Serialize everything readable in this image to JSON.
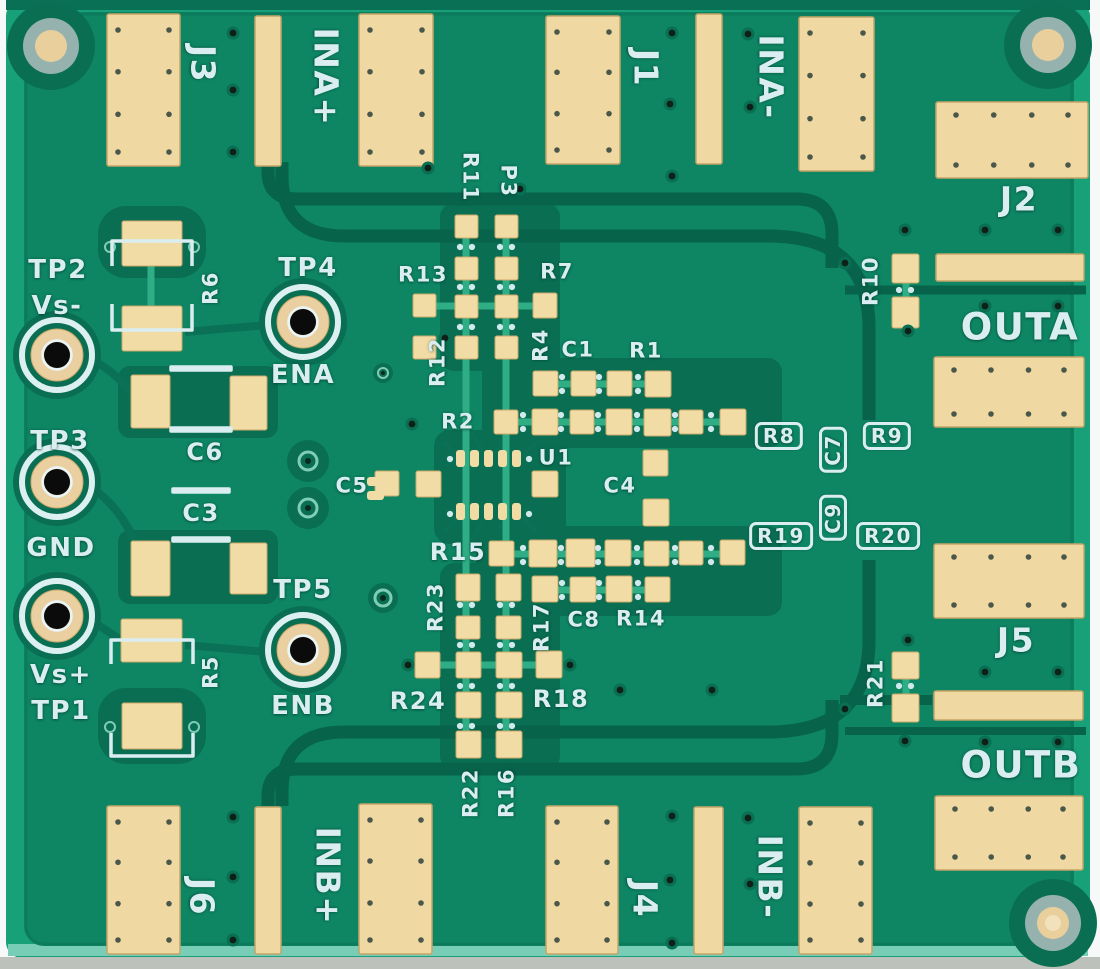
{
  "scene": {
    "type": "photograph",
    "subject": "Green evaluation PCB (bare board, top view) with gold connector pads, SMD footprints, test points and silkscreen reference designators"
  },
  "colors": {
    "board_green": "#18A078",
    "pour_green": "#0E8663",
    "channel_green": "#0A6F52",
    "trace_dark": "#07634A",
    "pad_gold": "#F0D8A3",
    "silkscreen": "#DAEEF1",
    "board_edge_teal": "#77CDB6",
    "bottom_edge_gray": "#BCC1BB",
    "hole_ring_gray": "#96B2AE"
  },
  "labels": {
    "connectors": {
      "j1": "J1",
      "j2": "J2",
      "j3": "J3",
      "j4": "J4",
      "j5": "J5",
      "j6": "J6"
    },
    "signals": {
      "ina_plus": "INA+",
      "ina_minus": "INA-",
      "inb_plus": "INB+",
      "inb_minus": "INB-",
      "outa": "OUTA",
      "outb": "OUTB"
    },
    "test_points": {
      "tp1": "TP1",
      "tp2": "TP2",
      "tp3": "TP3",
      "tp4": "TP4",
      "tp5": "TP5",
      "vs_plus": "Vs+",
      "vs_minus": "Vs-",
      "gnd": "GND",
      "ena": "ENA",
      "enb": "ENB"
    },
    "components": {
      "u1": "U1",
      "p3": "P3",
      "r1": "R1",
      "r2": "R2",
      "r4": "R4",
      "r5": "R5",
      "r6": "R6",
      "r7": "R7",
      "r8": "R8",
      "r9": "R9",
      "r10": "R10",
      "r11": "R11",
      "r12": "R12",
      "r13": "R13",
      "r14": "R14",
      "r15": "R15",
      "r16": "R16",
      "r17": "R17",
      "r18": "R18",
      "r19": "R19",
      "r20": "R20",
      "r21": "R21",
      "r22": "R22",
      "r23": "R23",
      "r24": "R24",
      "c1": "C1",
      "c3": "C3",
      "c4": "C4",
      "c5": "C5",
      "c6": "C6",
      "c7": "C7",
      "c8": "C8",
      "c9": "C9"
    }
  }
}
